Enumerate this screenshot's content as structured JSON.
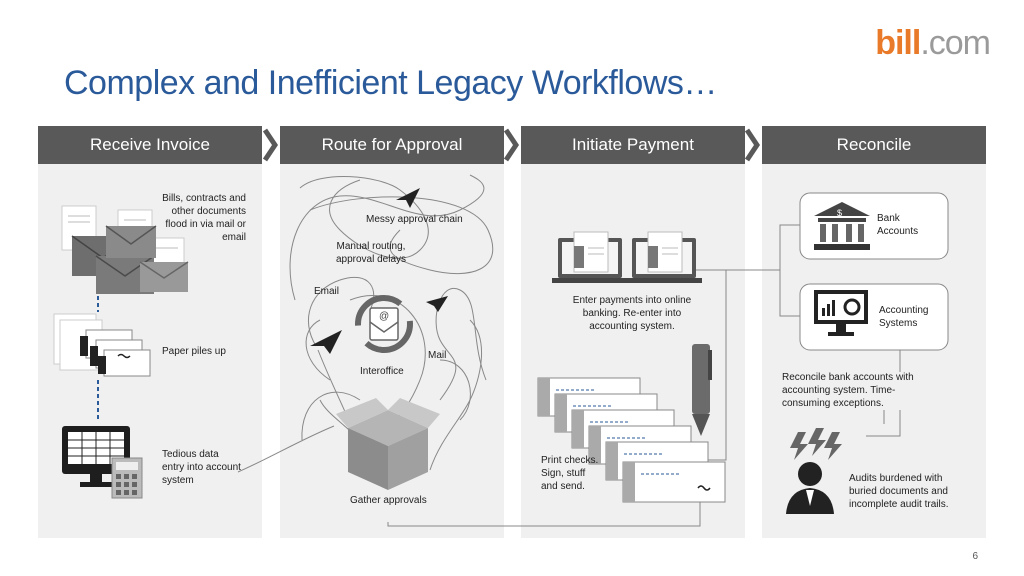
{
  "logo": {
    "brand": "bill",
    "tld": ".com"
  },
  "title": "Complex and Inefficient Legacy Workflows…",
  "columns": [
    {
      "header": "Receive Invoice"
    },
    {
      "header": "Route for Approval"
    },
    {
      "header": "Initiate Payment"
    },
    {
      "header": "Reconcile"
    }
  ],
  "receive": {
    "flood": "Bills, contracts and other documents flood in via mail or email",
    "paper": "Paper piles up",
    "entry": "Tedious data entry into account system"
  },
  "route": {
    "messy": "Messy approval chain",
    "manual": "Manual routing, approval delays",
    "email": "Email",
    "mail": "Mail",
    "interoffice": "Interoffice",
    "gather": "Gather approvals"
  },
  "payment": {
    "enter": "Enter payments into online banking. Re-enter into accounting system.",
    "print": "Print checks. Sign, stuff and send."
  },
  "reconcile": {
    "bank": "Bank Accounts",
    "accounting": "Accounting Systems",
    "recon": "Reconcile bank accounts with accounting system. Time-consuming exceptions.",
    "audits": "Audits burdened with buried documents and incomplete audit trails."
  },
  "page_number": "6",
  "colors": {
    "header": "#595959",
    "panel": "#f0f0f0",
    "title": "#2a5a9a",
    "brand": "#e97a2a"
  }
}
